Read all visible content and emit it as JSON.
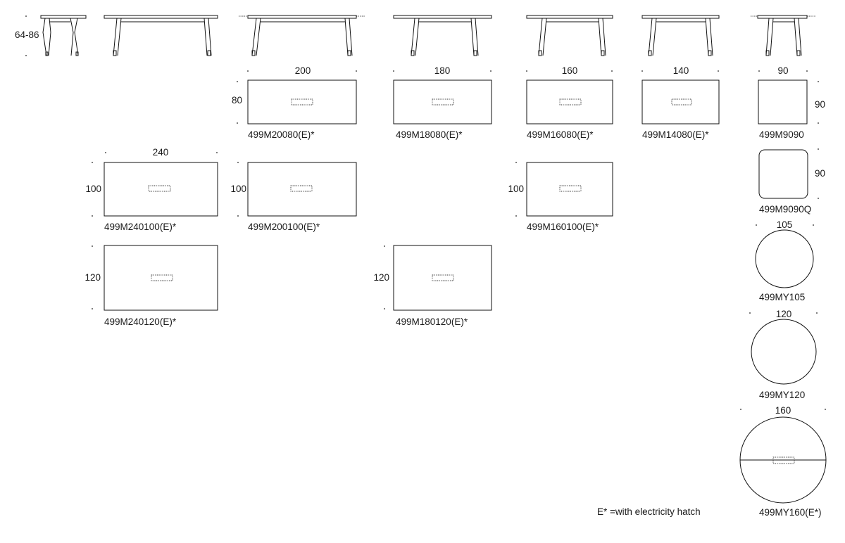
{
  "height_label": "64-86",
  "legend_note": "E* =with electricity hatch",
  "rect_tables": [
    {
      "code": "499M20080(E)*",
      "length": "200",
      "width": "80"
    },
    {
      "code": "499M18080(E)*",
      "length": "180",
      "width": ""
    },
    {
      "code": "499M16080(E)*",
      "length": "160",
      "width": ""
    },
    {
      "code": "499M14080(E)*",
      "length": "140",
      "width": ""
    },
    {
      "code": "499M240100(E)*",
      "length": "240",
      "width": "100"
    },
    {
      "code": "499M200100(E)*",
      "length": "",
      "width": "100"
    },
    {
      "code": "499M160100(E)*",
      "length": "",
      "width": "100"
    },
    {
      "code": "499M240120(E)*",
      "length": "",
      "width": "120"
    },
    {
      "code": "499M180120(E)*",
      "length": "",
      "width": "120"
    }
  ],
  "square_tables": [
    {
      "code": "499M9090",
      "top_dim": "90",
      "side_dim": "90"
    },
    {
      "code": "499M9090Q",
      "top_dim": "",
      "side_dim": "90"
    }
  ],
  "round_tables": [
    {
      "code": "499MY105",
      "diameter": "105"
    },
    {
      "code": "499MY120",
      "diameter": "120"
    },
    {
      "code": "499MY160(E*)",
      "diameter": "160"
    }
  ]
}
